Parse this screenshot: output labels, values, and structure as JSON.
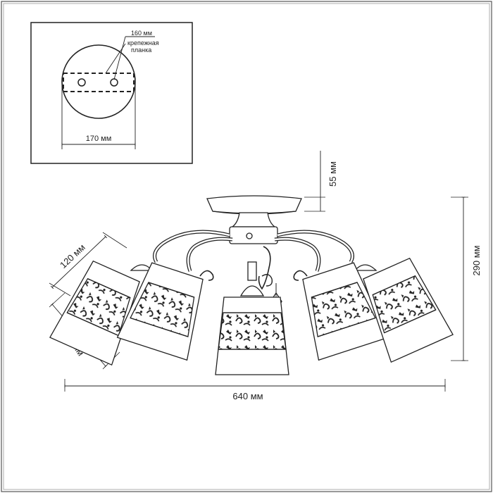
{
  "inset": {
    "bar_length_label": "160 мм",
    "bar_name_line1": "крепежная",
    "bar_name_line2": "планка",
    "base_diameter_label": "170 мм"
  },
  "dimensions": {
    "base_height_label": "55 мм",
    "total_height_label": "290 мм",
    "shade_height_label": "120 мм",
    "shade_diameter_label": "Ø140 мм",
    "total_width_label": "640 мм"
  },
  "colors": {
    "line": "#222222",
    "frame": "#333333",
    "background": "#ffffff"
  }
}
